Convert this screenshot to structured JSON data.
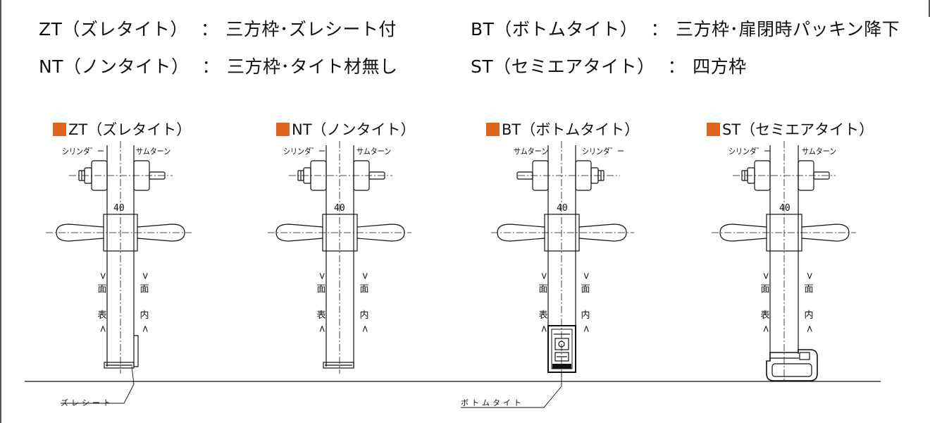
{
  "legend": {
    "left": [
      {
        "code": "ZT（ズレタイト）",
        "desc": "三方枠･ズレシート付"
      },
      {
        "code": "NT（ノンタイト）",
        "desc": "三方枠･タイト材無し"
      }
    ],
    "right": [
      {
        "code": "BT（ボトムタイト）",
        "desc": "三方枠･扉閉時パッキン降下"
      },
      {
        "code": "ST（セミエアタイト）",
        "desc": "四方枠"
      }
    ],
    "colon": "："
  },
  "accent_color": "#e0651c",
  "panels": [
    {
      "title": "ZT（ズレタイト）",
      "left_label": "シリンダ゛ー",
      "right_label": "サムターン",
      "dimension": "40",
      "outer_face": [
        "<",
        "表",
        "面",
        ">"
      ],
      "inner_face": [
        "<",
        "内",
        "面",
        ">"
      ]
    },
    {
      "title": "NT（ノンタイト）",
      "left_label": "シリンダ゛ー",
      "right_label": "サムターン",
      "dimension": "40",
      "outer_face": [
        "<",
        "表",
        "面",
        ">"
      ],
      "inner_face": [
        "<",
        "内",
        "面",
        ">"
      ]
    },
    {
      "title": "BT（ボトムタイト）",
      "left_label": "サムターン",
      "right_label": "シリンダ゛ー",
      "dimension": "40",
      "outer_face": [
        "<",
        "表",
        "面",
        ">"
      ],
      "inner_face": [
        "<",
        "内",
        "面",
        ">"
      ]
    },
    {
      "title": "ST（セミエアタイト）",
      "left_label": "シリンダ゛ー",
      "right_label": "サムターン",
      "dimension": "40",
      "outer_face": [
        "<",
        "表",
        "面",
        ">"
      ],
      "inner_face": [
        "<",
        "内",
        "面",
        ">"
      ]
    }
  ],
  "callouts": {
    "zure_sheet": "ズレシート",
    "bottom_tight": "ボトムタイト"
  }
}
